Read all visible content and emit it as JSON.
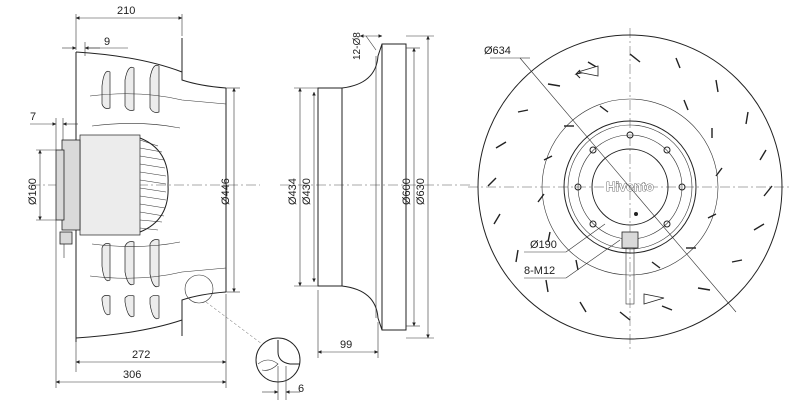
{
  "brand": {
    "logo_text": "Hivento"
  },
  "dimensions": {
    "side_view": {
      "d210": "210",
      "d9": "9",
      "d7": "7",
      "d160": "Ø160",
      "d446": "Ø446",
      "d272": "272",
      "d306": "306",
      "d6": "6"
    },
    "section_view": {
      "d12": "12-Ø8",
      "d434": "Ø434",
      "d430": "Ø430",
      "d600": "Ø600",
      "d630": "Ø630",
      "d99": "99"
    },
    "front_view": {
      "d634": "Ø634",
      "d190": "Ø190",
      "m12": "8-M12"
    }
  },
  "colors": {
    "line": "#222222",
    "fill": "#d9d9d9",
    "background": "#ffffff"
  }
}
